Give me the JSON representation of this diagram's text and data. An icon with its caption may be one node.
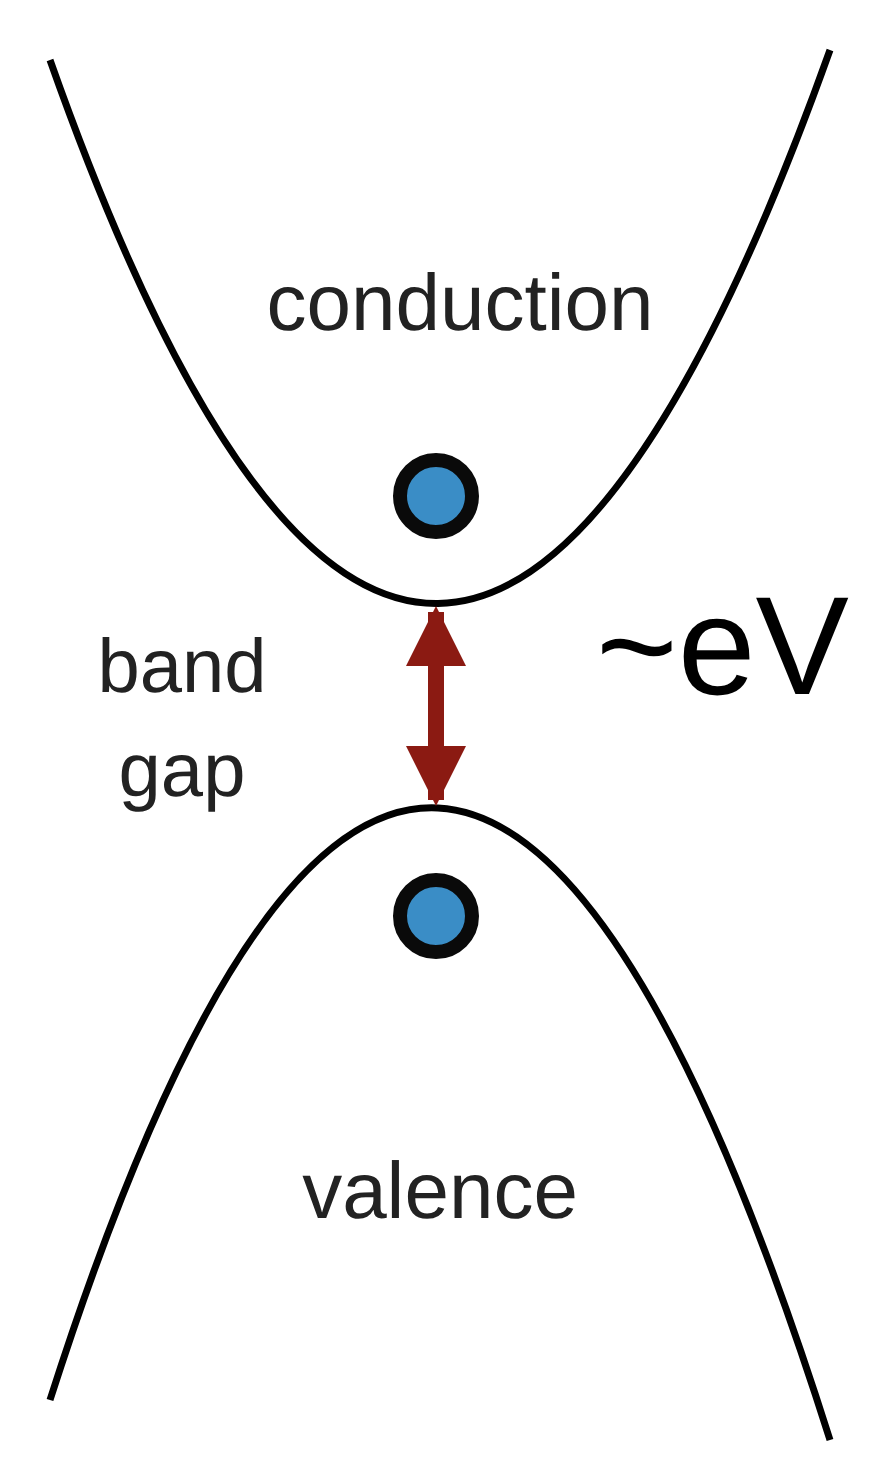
{
  "diagram": {
    "nodes": [
      {
        "text": [
          "conduction"
        ]
      },
      {
        "text": [
          "valence"
        ]
      }
    ],
    "edges": [
      {
        "from": 0,
        "to": 1,
        "arrow": "both"
      }
    ],
    "labels": [
      "band gap",
      "~eV"
    ]
  }
}
